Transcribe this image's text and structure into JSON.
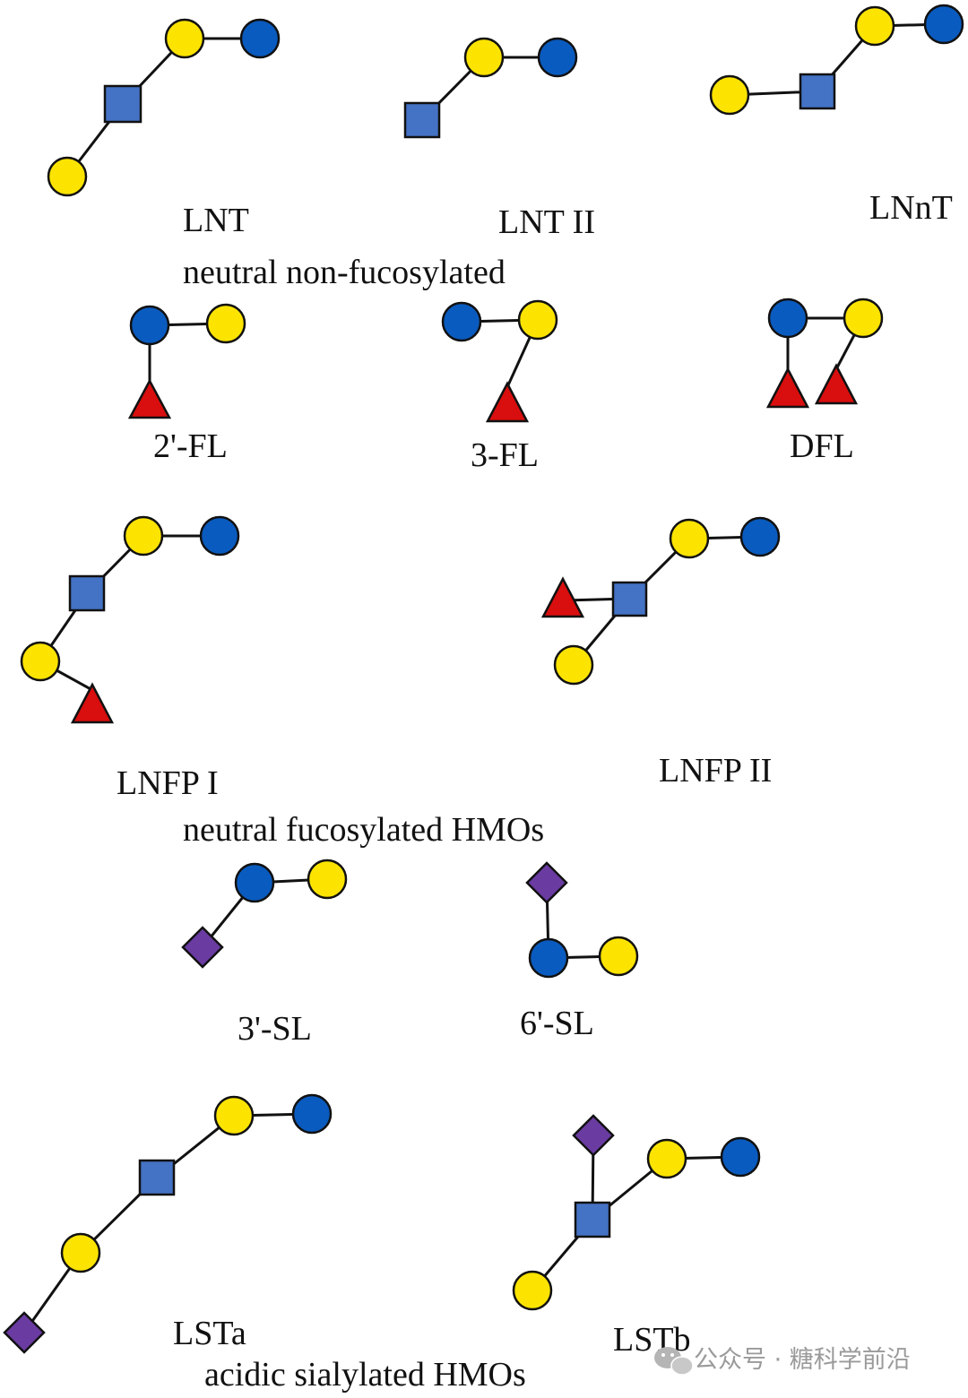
{
  "legend_colors": {
    "glc": "#0a5bbf",
    "gal": "#fde400",
    "glcnac": "#4472c4",
    "fuc": "#d90e0e",
    "neu5ac": "#6a3ba1"
  },
  "groups": [
    {
      "title": "neutral non-fucosylated",
      "structures": [
        {
          "name": "LNT",
          "residues": [
            "Gal",
            "GlcNAc",
            "Gal",
            "Glc"
          ]
        },
        {
          "name": "LNT II",
          "residues": [
            "GlcNAc",
            "Gal",
            "Glc"
          ]
        },
        {
          "name": "LNnT",
          "residues": [
            "Gal",
            "GlcNAc",
            "Gal",
            "Glc"
          ]
        }
      ]
    },
    {
      "title": "neutral fucosylated HMOs",
      "structures": [
        {
          "name": "2'-FL",
          "residues": [
            "Fuc",
            "Gal",
            "Glc"
          ]
        },
        {
          "name": "3-FL",
          "residues": [
            "Glc",
            "Gal",
            "Fuc"
          ]
        },
        {
          "name": "DFL",
          "residues": [
            "Fuc",
            "Gal",
            "Glc",
            "Fuc"
          ]
        },
        {
          "name": "LNFP I",
          "residues": [
            "Fuc",
            "Gal",
            "GlcNAc",
            "Gal",
            "Glc"
          ]
        },
        {
          "name": "LNFP II",
          "residues": [
            "Gal",
            "GlcNAc",
            "Fuc",
            "Gal",
            "Glc"
          ]
        }
      ]
    },
    {
      "title": "acidic sialylated HMOs",
      "structures": [
        {
          "name": "3'-SL",
          "residues": [
            "Neu5Ac",
            "Glc",
            "Gal"
          ]
        },
        {
          "name": "6'-SL",
          "residues": [
            "Neu5Ac",
            "Glc",
            "Gal"
          ]
        },
        {
          "name": "LSTa",
          "residues": [
            "Neu5Ac",
            "Gal",
            "GlcNAc",
            "Gal",
            "Glc"
          ]
        },
        {
          "name": "LSTb",
          "residues": [
            "Gal",
            "GlcNAc",
            "Neu5Ac",
            "Gal",
            "Glc"
          ]
        }
      ]
    }
  ],
  "watermark": {
    "icon": "wechat-icon",
    "text": "公众号 · 糖科学前沿"
  }
}
